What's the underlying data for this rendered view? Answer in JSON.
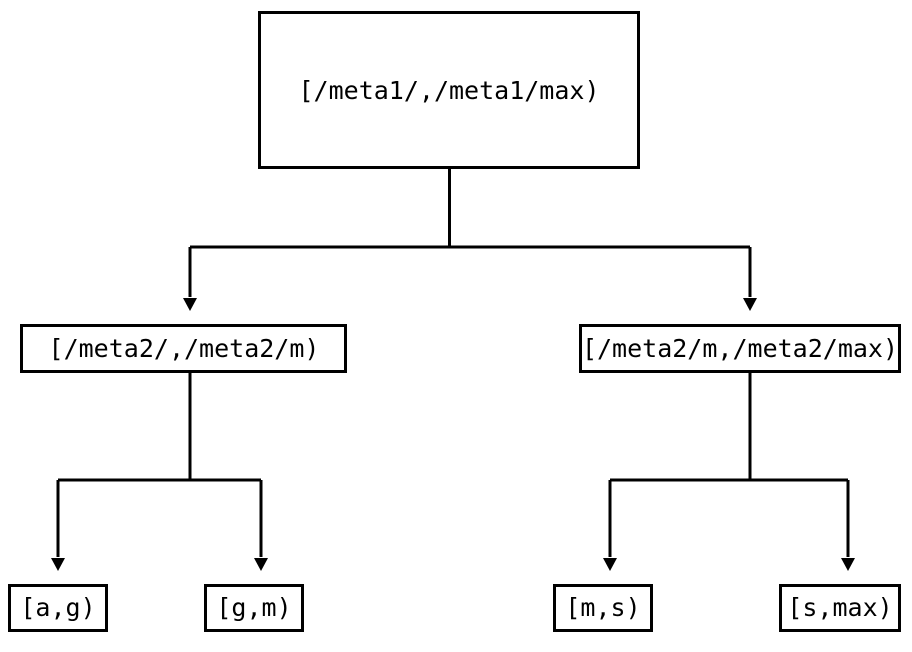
{
  "diagram": {
    "type": "tree",
    "title": "",
    "orientation": "top-down",
    "background_color": "#ffffff",
    "stroke_color": "#000000",
    "text_color": "#000000",
    "edge_style": "orthogonal",
    "arrow_style": "filled-triangle",
    "levels": 3,
    "nodes": {
      "root": {
        "label": "[/meta1/,/meta1/max)",
        "level": 0
      },
      "mid_left": {
        "label": "[/meta2/,/meta2/m)",
        "level": 1
      },
      "mid_right": {
        "label": "[/meta2/m,/meta2/max)",
        "level": 1
      },
      "leaf_1": {
        "label": "[a,g)",
        "level": 2
      },
      "leaf_2": {
        "label": "[g,m)",
        "level": 2
      },
      "leaf_3": {
        "label": "[m,s)",
        "level": 2
      },
      "leaf_4": {
        "label": "[s,max)",
        "level": 2
      }
    },
    "edges": [
      {
        "from": "root",
        "to": "mid_left"
      },
      {
        "from": "root",
        "to": "mid_right"
      },
      {
        "from": "mid_left",
        "to": "leaf_1"
      },
      {
        "from": "mid_left",
        "to": "leaf_2"
      },
      {
        "from": "mid_right",
        "to": "leaf_3"
      },
      {
        "from": "mid_right",
        "to": "leaf_4"
      }
    ]
  }
}
